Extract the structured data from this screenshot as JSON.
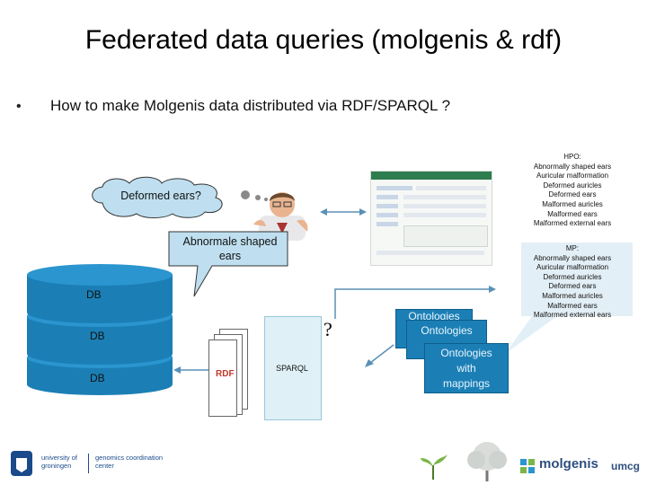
{
  "slide": {
    "title": "Federated data queries (molgenis & rdf)",
    "bullet": "How to make Molgenis data distributed via RDF/SPARQL ?"
  },
  "cloud": {
    "text": "Deformed ears?"
  },
  "speech": {
    "text": "Abnormale shaped ears"
  },
  "hpo_list": {
    "heading": "HPO:",
    "items": [
      "Abnormally shaped ears",
      "Auricular malformation",
      "Deformed auricles",
      "Deformed ears",
      "Malformed auricles",
      "Malformed ears",
      "Malformed external ears"
    ]
  },
  "mp_list": {
    "heading": "MP:",
    "items": [
      "Abnormally shaped ears",
      "Auricular malformation",
      "Deformed auricles",
      "Deformed ears",
      "Malformed auricles",
      "Malformed ears",
      "Malformed external ears"
    ]
  },
  "databases": [
    "DB",
    "DB",
    "DB"
  ],
  "rdf_label": "RDF",
  "sparql_label": "SPARQL",
  "question_mark": "?",
  "ontologies": {
    "box1": "Ontologies",
    "box2": "Ontologies",
    "box3": "Ontologies with mappings"
  },
  "logos": {
    "university": "university of groningen",
    "gcc": "genomics coordination center",
    "molgenis": "molgenis",
    "umcg": "umcg"
  }
}
